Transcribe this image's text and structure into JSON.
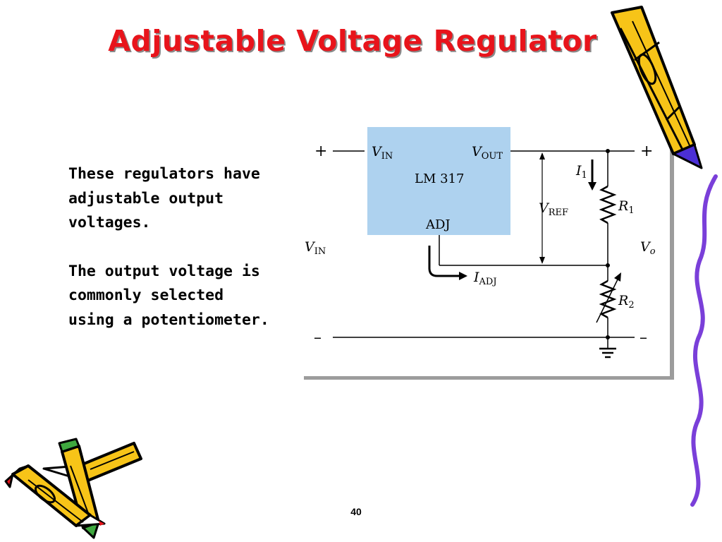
{
  "slide": {
    "title": "Adjustable Voltage Regulator",
    "paragraphs": [
      "These regulators have adjustable output voltages.",
      "The output voltage is commonly selected using a potentiometer."
    ],
    "page_number": "40"
  },
  "diagram": {
    "ic": {
      "label": "LM 317",
      "vin": "V",
      "vin_sub": "IN",
      "vout": "V",
      "vout_sub": "OUT",
      "adj": "ADJ"
    },
    "labels": {
      "plus": "+",
      "minus": "–",
      "vin_side": "V",
      "vin_side_sub": "IN",
      "vref": "V",
      "vref_sub": "REF",
      "vo": "V",
      "vo_sub": "o",
      "i1": "I",
      "i1_sub": "1",
      "iadj": "I",
      "iadj_sub": "ADJ",
      "r1": "R",
      "r1_sub": "1",
      "r2": "R",
      "r2_sub": "2"
    },
    "colors": {
      "ic_fill": "#aed2ef"
    }
  },
  "decorations": {
    "icons": [
      "pencil-top-right-icon",
      "pencils-bottom-left-icon",
      "wavy-line-icon"
    ],
    "colors": {
      "pencil_body": "#f7c418",
      "pencil_outline": "#000000",
      "pencil_tip": "#4b2fd6",
      "eraser": "#e8141b",
      "wave": "#7a3fd9"
    }
  }
}
